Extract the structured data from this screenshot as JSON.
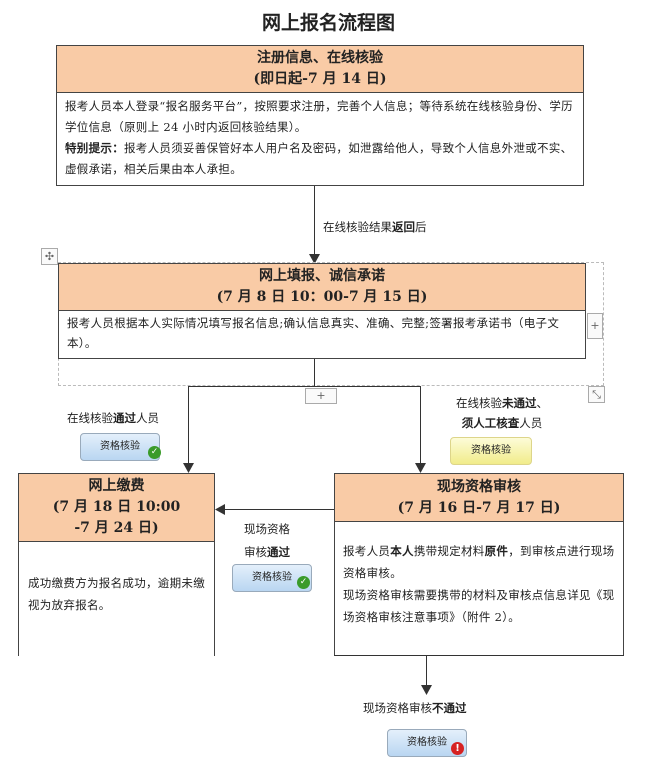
{
  "title": "网上报名流程图",
  "step1": {
    "title": "注册信息、在线核验",
    "subtitle": "(即日起-7 月 14 日)",
    "body": "报考人员本人登录“报名服务平台”，按照要求注册，完善个人信息；等待系统在线核验身份、学历学位信息（原则上 24 小时内返回核验结果）。",
    "note_label": "特别提示：",
    "note": "报考人员须妥善保管好本人用户名及密码，如泄露给他人，导致个人信息外泄或不实、虚假承诺，相关后果由本人承担。"
  },
  "arrow1": {
    "pre": "在线核验结果",
    "bold": "返回",
    "post": "后"
  },
  "step2": {
    "title": "网上填报、诚信承诺",
    "subtitle": "(7 月 8 日 10：00-7 月 15 日)",
    "body": "报考人员根据本人实际情况填写报名信息;确认信息真实、准确、完整;签署报考承诺书（电子文本）。"
  },
  "left_branch": {
    "pre": "在线核验",
    "bold": "通过",
    "post": "人员"
  },
  "right_branch": {
    "line1_pre": "在线核验",
    "line1_bold": "未通过",
    "line1_post": "、",
    "line2_bold": "须人工核查",
    "line2_post": "人员"
  },
  "badges": {
    "verify": "资格核验"
  },
  "step3": {
    "title": "网上缴费",
    "subtitle1": "(7 月 18 日 10:00",
    "subtitle2": "-7 月 24 日)",
    "body": "成功缴费方为报名成功，逾期未缴视为放弃报名。"
  },
  "middle_label": {
    "line1": "现场资格",
    "line2_pre": "审核",
    "line2_bold": "通过"
  },
  "step4": {
    "title": "现场资格审核",
    "subtitle": "(7 月 16 日-7 月 17 日)",
    "body1_pre": "报考人员",
    "body1_b1": "本人",
    "body1_mid": "携带规定材料",
    "body1_b2": "原件",
    "body1_post": "，到审核点进行现场资格审核。",
    "body2": "现场资格审核需要携带的材料及审核点信息详见《现场资格审核注意事项》（附件 2）。"
  },
  "bottom_label": {
    "pre": "现场资格审核",
    "bold": "不通过"
  },
  "controls": {
    "move": "✣",
    "plus": "+",
    "resize": "⤡"
  }
}
